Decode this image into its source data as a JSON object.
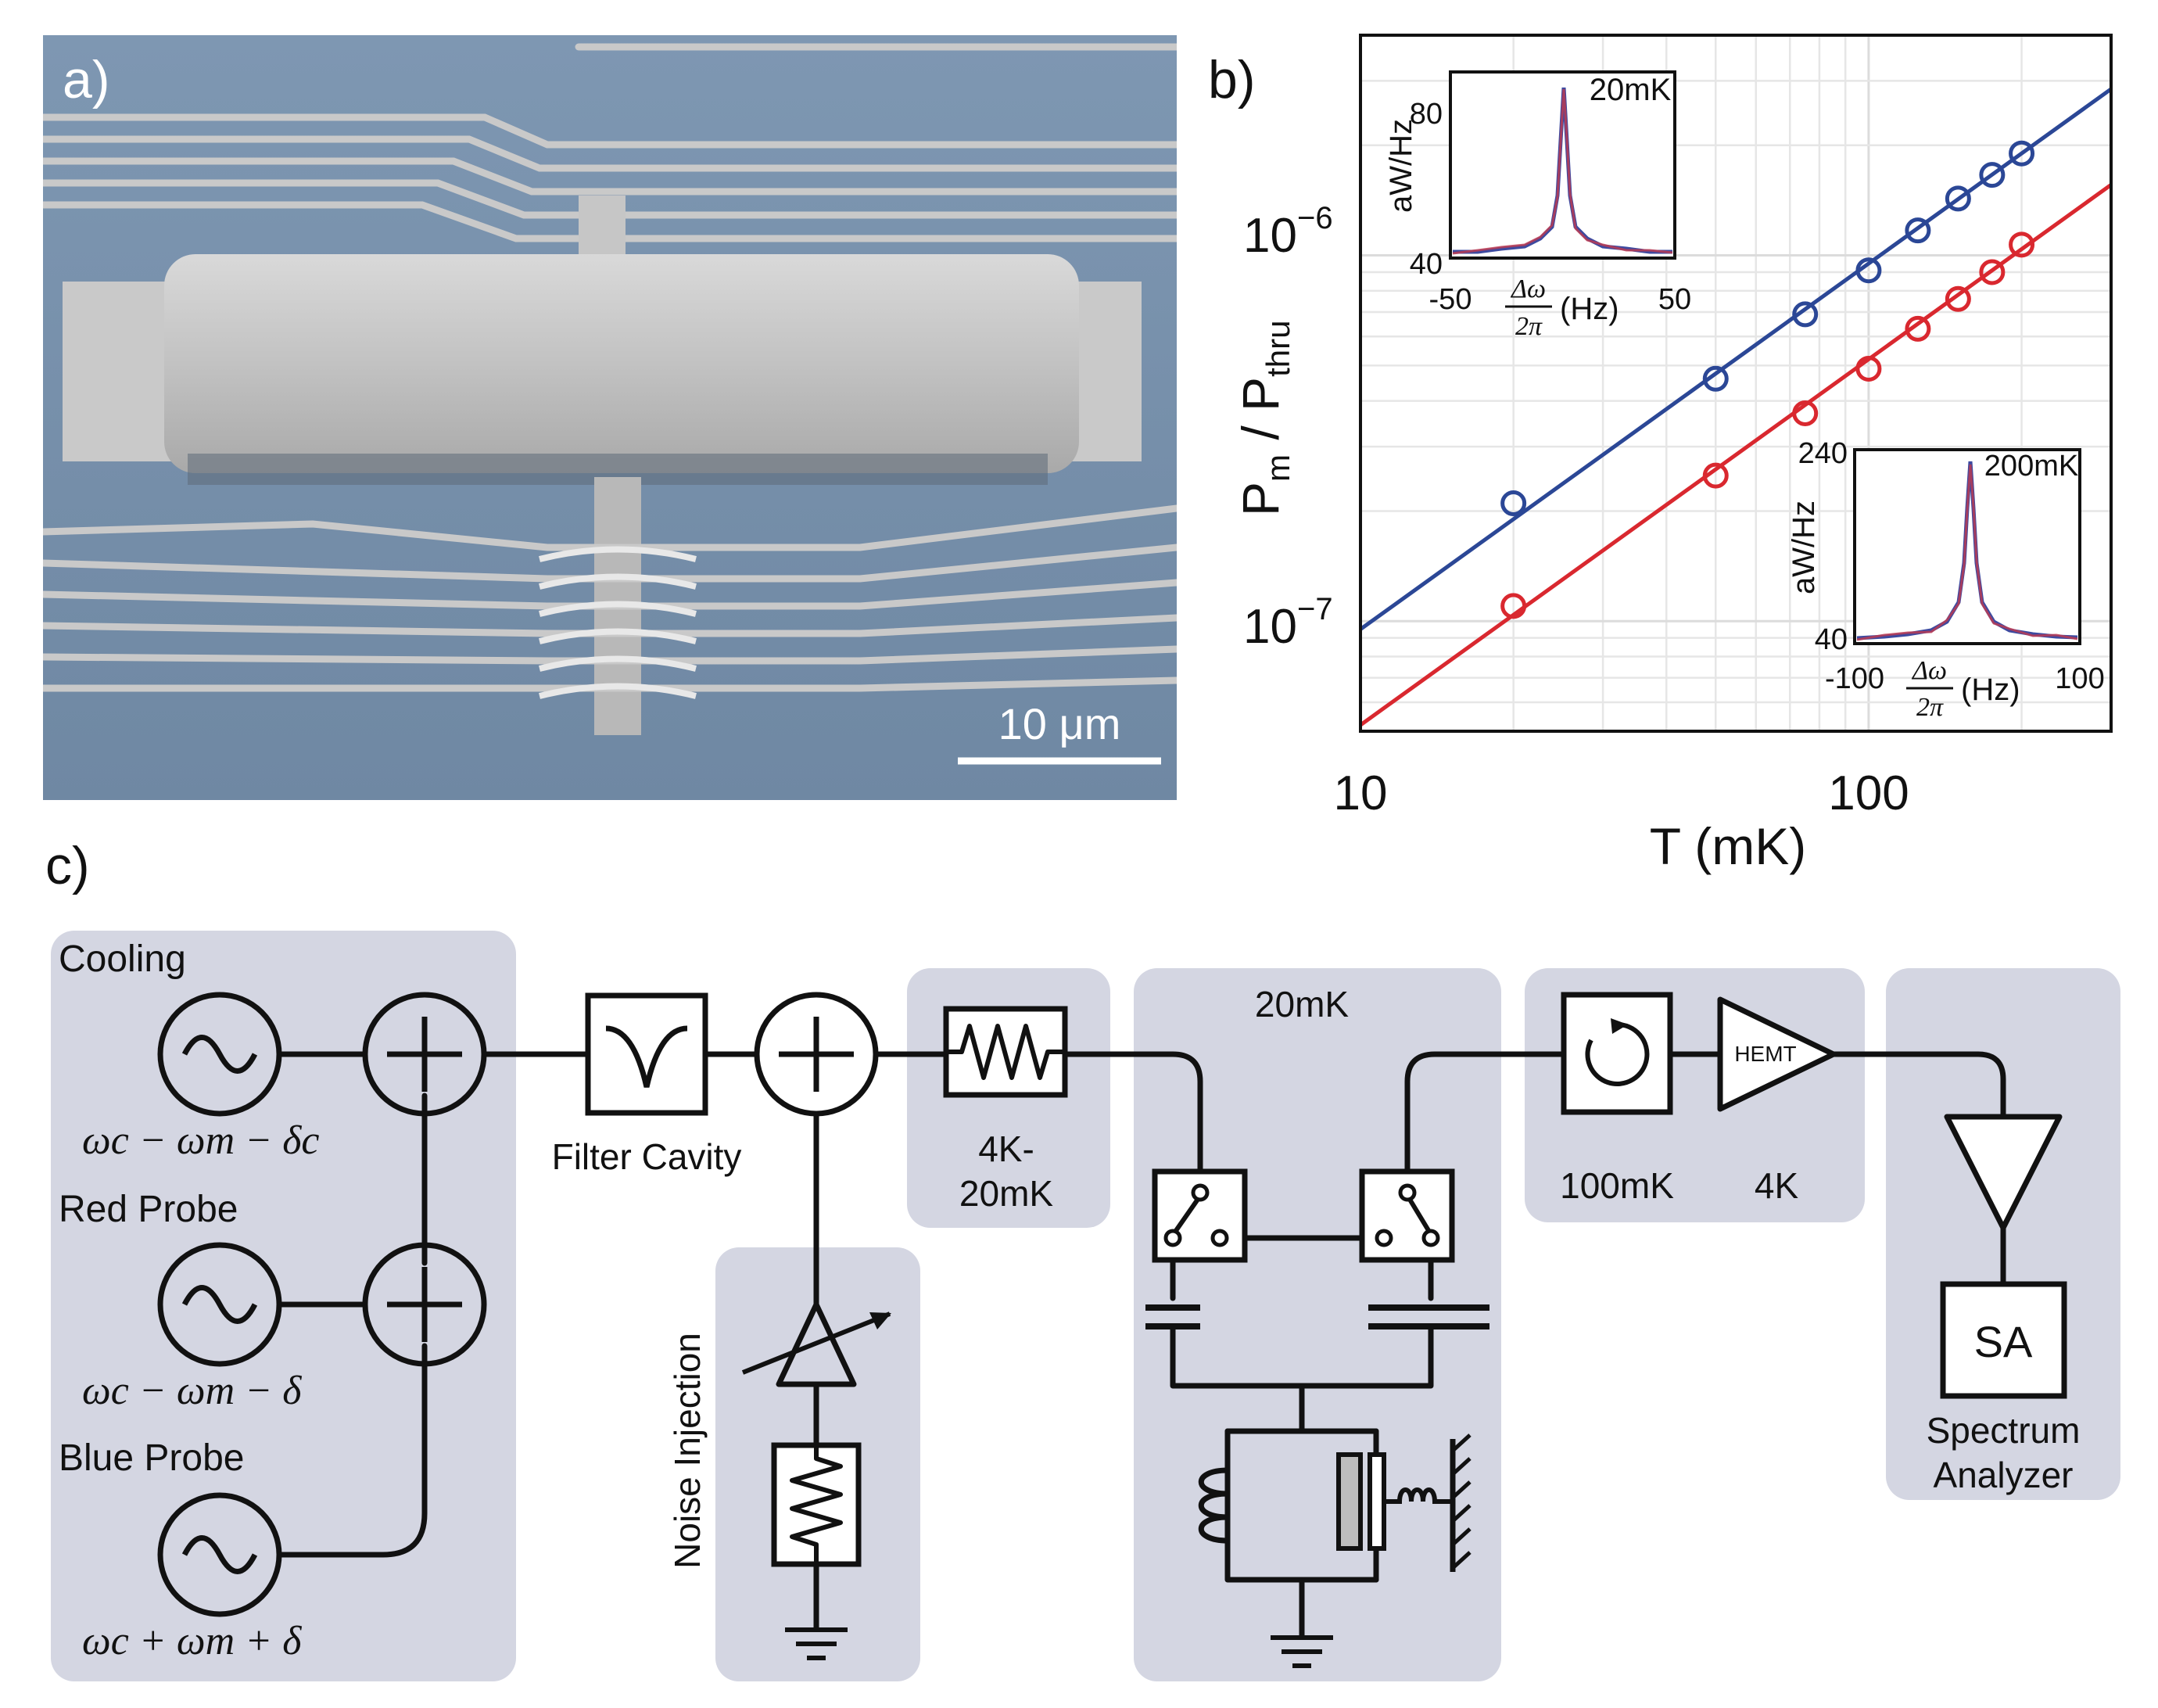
{
  "panel_a": {
    "label": "a)",
    "scale_bar_text": "10 μm"
  },
  "panel_b": {
    "label": "b)",
    "xlabel": "T (mK)",
    "ylabel_main": "P",
    "ylabel_sub1": "m",
    "ylabel_sep": " / P",
    "ylabel_sub2": "thru",
    "ytick_base": "10",
    "ytick_exps": [
      "−6",
      "−7"
    ],
    "inset1": {
      "temp": "20mK",
      "ylabel": "aW/Hz",
      "yticks": [
        "80",
        "40"
      ],
      "xticks": [
        "-50",
        "50"
      ],
      "xlabel_num": "Δω",
      "xlabel_den": "2π",
      "xlabel_unit": "(Hz)"
    },
    "inset2": {
      "temp": "200mK",
      "ylabel": "aW/Hz",
      "yticks": [
        "240",
        "40"
      ],
      "xticks": [
        "-100",
        "100"
      ],
      "xlabel_num": "Δω",
      "xlabel_den": "2π",
      "xlabel_unit": "(Hz)"
    }
  },
  "chart_data": {
    "type": "scatter",
    "xscale": "log",
    "yscale": "log",
    "xlabel": "T (mK)",
    "ylabel": "P_m / P_thru",
    "xlim": [
      10,
      300
    ],
    "ylim": [
      5e-08,
      4e-06
    ],
    "xticks": [
      10,
      100
    ],
    "yticks": [
      1e-07,
      1e-06
    ],
    "grid": true,
    "series": [
      {
        "color": "#2b4796",
        "x": [
          20,
          50,
          75,
          100,
          125,
          150,
          175,
          200
        ],
        "y": [
          2.1e-07,
          4.6e-07,
          6.9e-07,
          9.1e-07,
          1.17e-06,
          1.43e-06,
          1.66e-06,
          1.9e-06
        ],
        "fit_y_at_10": 9.5e-08,
        "fit_slope": 1
      },
      {
        "color": "#d9282f",
        "x": [
          20,
          50,
          75,
          100,
          125,
          150,
          175,
          200
        ],
        "y": [
          1.1e-07,
          2.5e-07,
          3.7e-07,
          4.9e-07,
          6.3e-07,
          7.6e-07,
          9e-07,
          1.07e-06
        ],
        "fit_y_at_10": 5.2e-08,
        "fit_slope": 1
      }
    ]
  },
  "panel_c": {
    "label": "c)",
    "cooling": "Cooling",
    "red_probe": "Red Probe",
    "blue_probe": "Blue Probe",
    "freq_cooling": "ωc − ωm − δc",
    "freq_red": "ωc − ωm − δ",
    "freq_blue": "ωc + ωm + δ",
    "filter_cavity": "Filter Cavity",
    "noise_injection": "Noise Injection",
    "atten_label_1": "4K-",
    "atten_label_2": "20mK",
    "fridge_label": "20mK",
    "circ_temp": "100mK",
    "hemt_temp": "4K",
    "hemt_text": "HEMT",
    "sa_text": "SA",
    "sa_label_1": "Spectrum",
    "sa_label_2": "Analyzer"
  }
}
